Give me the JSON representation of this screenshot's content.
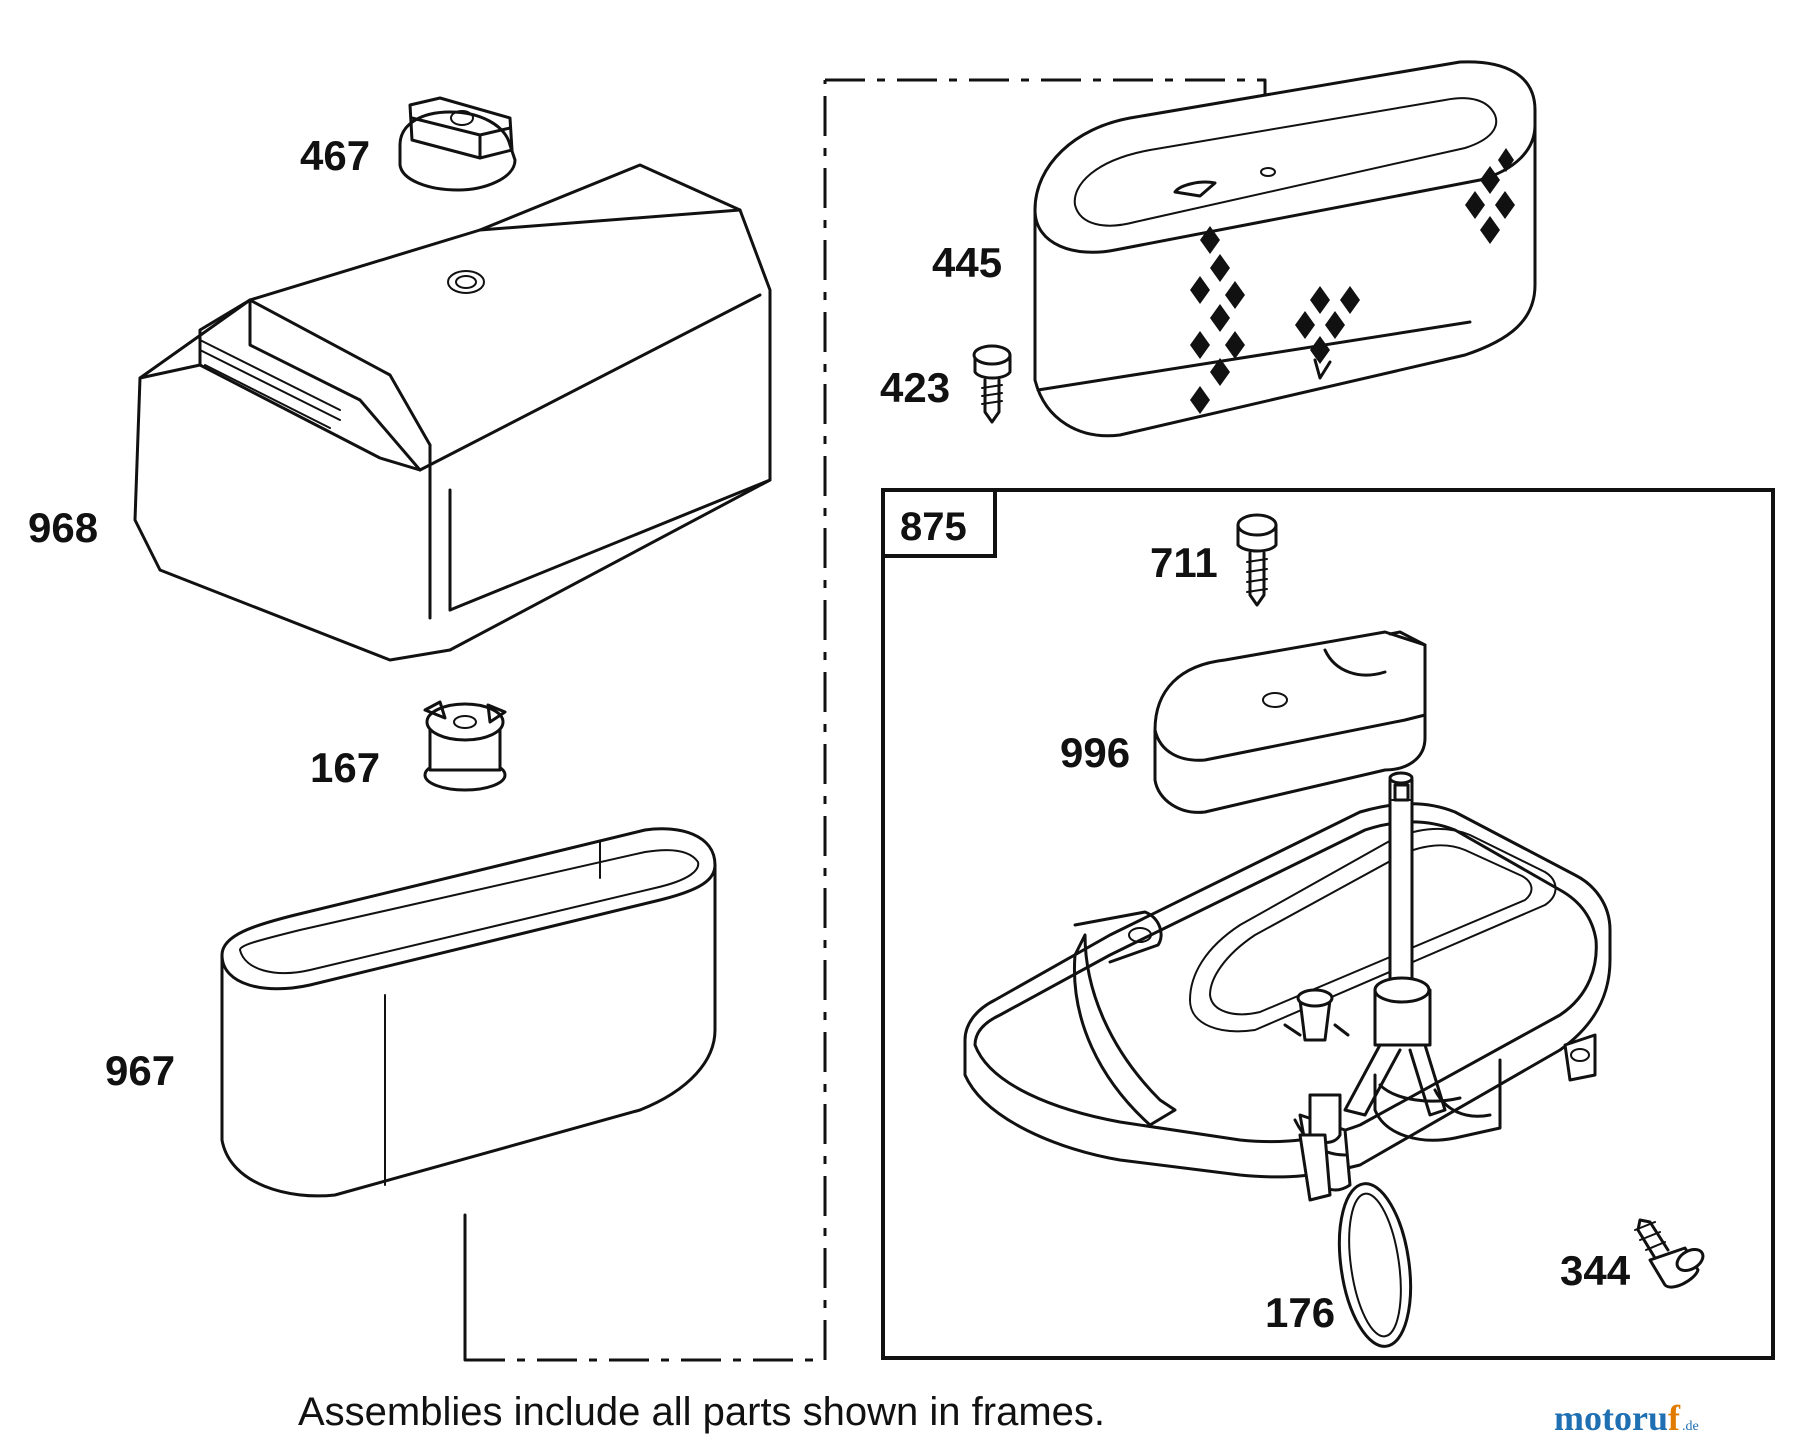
{
  "diagram": {
    "caption": "Assemblies include all parts shown in frames.",
    "assembly_box_label": "875",
    "parts": {
      "p467": "467",
      "p968": "968",
      "p167": "167",
      "p967": "967",
      "p445": "445",
      "p423": "423",
      "p711": "711",
      "p996": "996",
      "p176": "176",
      "p344": "344"
    },
    "watermark": {
      "main_a": "motoru",
      "main_b": "f",
      "suffix": ".de",
      "color": "#1f6fb3",
      "accent": "#e07b00"
    }
  }
}
